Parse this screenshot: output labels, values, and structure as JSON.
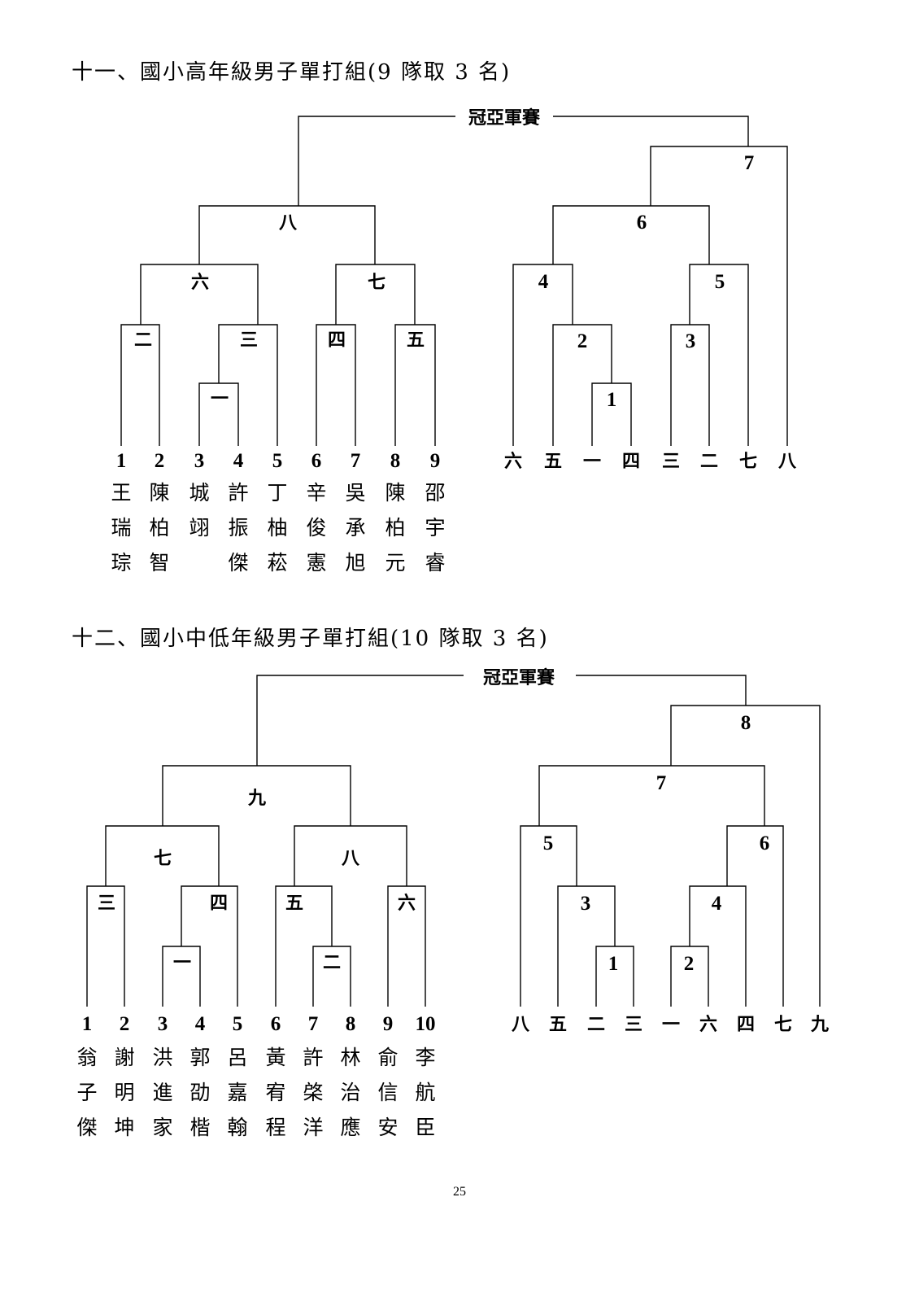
{
  "page_number": "25",
  "sections": [
    {
      "title": "十一、國小高年級男子單打組(9 隊取 3 名)",
      "final_label": "冠亞軍賽",
      "left_bracket": {
        "seeds": [
          "1",
          "2",
          "3",
          "4",
          "5",
          "6",
          "7",
          "8",
          "9"
        ],
        "names": [
          [
            "王",
            "瑞",
            "琮"
          ],
          [
            "陳",
            "柏",
            "智"
          ],
          [
            "城",
            "翊",
            ""
          ],
          [
            "許",
            "振",
            "傑"
          ],
          [
            "丁",
            "柚",
            "菘"
          ],
          [
            "辛",
            "俊",
            "憲"
          ],
          [
            "吳",
            "承",
            "旭"
          ],
          [
            "陳",
            "柏",
            "元"
          ],
          [
            "邵",
            "宇",
            "睿"
          ]
        ],
        "match_labels": [
          "一",
          "二",
          "三",
          "四",
          "五",
          "六",
          "七",
          "八"
        ]
      },
      "right_bracket": {
        "leaf_labels": [
          "六",
          "五",
          "一",
          "四",
          "三",
          "二",
          "七",
          "八"
        ],
        "match_labels": [
          "1",
          "2",
          "3",
          "4",
          "5",
          "6",
          "7"
        ]
      }
    },
    {
      "title": "十二、國小中低年級男子單打組(10 隊取 3 名)",
      "final_label": "冠亞軍賽",
      "left_bracket": {
        "seeds": [
          "1",
          "2",
          "3",
          "4",
          "5",
          "6",
          "7",
          "8",
          "9",
          "10"
        ],
        "names": [
          [
            "翁",
            "子",
            "傑"
          ],
          [
            "謝",
            "明",
            "坤"
          ],
          [
            "洪",
            "進",
            "家"
          ],
          [
            "郭",
            "劭",
            "楷"
          ],
          [
            "呂",
            "嘉",
            "翰"
          ],
          [
            "黃",
            "宥",
            "程"
          ],
          [
            "許",
            "棨",
            "洋"
          ],
          [
            "林",
            "治",
            "應"
          ],
          [
            "俞",
            "信",
            "安"
          ],
          [
            "李",
            "航",
            "臣"
          ]
        ],
        "match_labels": [
          "一",
          "二",
          "三",
          "四",
          "五",
          "六",
          "七",
          "八",
          "九"
        ]
      },
      "right_bracket": {
        "leaf_labels": [
          "八",
          "五",
          "二",
          "三",
          "一",
          "六",
          "四",
          "七",
          "九"
        ],
        "match_labels": [
          "1",
          "2",
          "3",
          "4",
          "5",
          "6",
          "7",
          "8"
        ]
      }
    }
  ]
}
